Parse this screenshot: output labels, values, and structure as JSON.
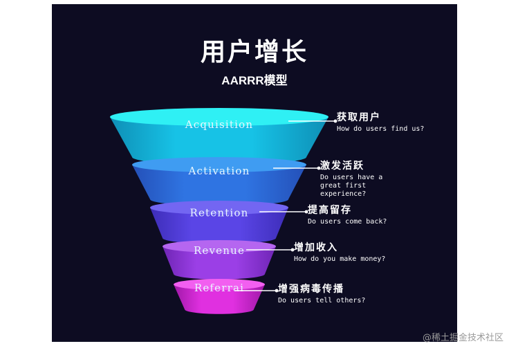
{
  "title": "用户增长",
  "subtitle": "AARRR模型",
  "stages": [
    {
      "label": "Acquisition",
      "name_cn": "获取用户",
      "question": "How do users find us?",
      "color_top": "#2ff0f4",
      "color_mid": "#17c2e6",
      "color_dark": "#0e8fb6"
    },
    {
      "label": "Activation",
      "name_cn": "激发活跃",
      "question": "Do users have a\ngreat first\nexperience?",
      "color_top": "#3f9cf2",
      "color_mid": "#2f74e2",
      "color_dark": "#2450b8"
    },
    {
      "label": "Retention",
      "name_cn": "提高留存",
      "question": "Do users come back?",
      "color_top": "#7366f2",
      "color_mid": "#5a45e6",
      "color_dark": "#3d2db8"
    },
    {
      "label": "Revenue",
      "name_cn": "增加收入",
      "question": "How do you make money?",
      "color_top": "#b566f0",
      "color_mid": "#9b3fe6",
      "color_dark": "#6f25b5"
    },
    {
      "label": "Referrai",
      "name_cn": "增强病毒传播",
      "question": "Do users tell others?",
      "color_top": "#f25ff0",
      "color_mid": "#e030e0",
      "color_dark": "#a018a8"
    }
  ],
  "watermark": "@稀土掘金技术社区"
}
